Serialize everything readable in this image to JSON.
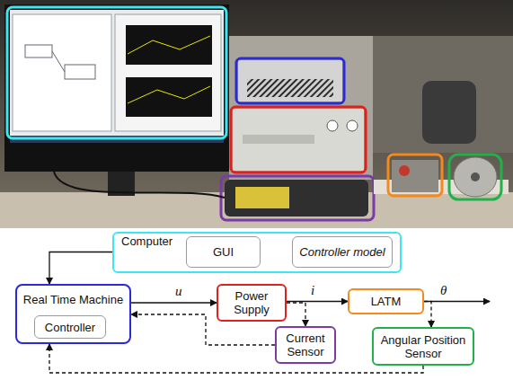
{
  "diagram": {
    "nodes": [
      {
        "text": [
          "Computer"
        ]
      },
      {
        "text": [
          "GUI"
        ],
        "in": 0
      },
      {
        "text": [
          "Controller model"
        ],
        "in": 0
      },
      {
        "text": [
          "Real Time Machine"
        ]
      },
      {
        "text": [
          "Controller"
        ],
        "in": 3
      },
      {
        "text": [
          "Power Supply"
        ]
      },
      {
        "text": [
          "LATM"
        ]
      },
      {
        "text": [
          "Current Sensor"
        ]
      },
      {
        "text": [
          "Angular Position Sensor"
        ]
      }
    ],
    "edges": [
      {
        "from": 2,
        "to": 1,
        "arrow": "to"
      },
      {
        "from": 1,
        "to": 3,
        "arrow": "to"
      },
      {
        "from": 3,
        "to": 5,
        "label": "u",
        "arrow": "to"
      },
      {
        "from": 5,
        "to": 6,
        "label": "i",
        "arrow": "to"
      },
      {
        "from": 5,
        "to": 7,
        "arrow": "to"
      },
      {
        "from": 7,
        "to": 3,
        "arrow": "to"
      },
      {
        "from": 6,
        "to": 8,
        "arrow": "to"
      },
      {
        "from": 8,
        "to": 3,
        "arrow": "to"
      }
    ],
    "labels": [
      "θ"
    ]
  }
}
